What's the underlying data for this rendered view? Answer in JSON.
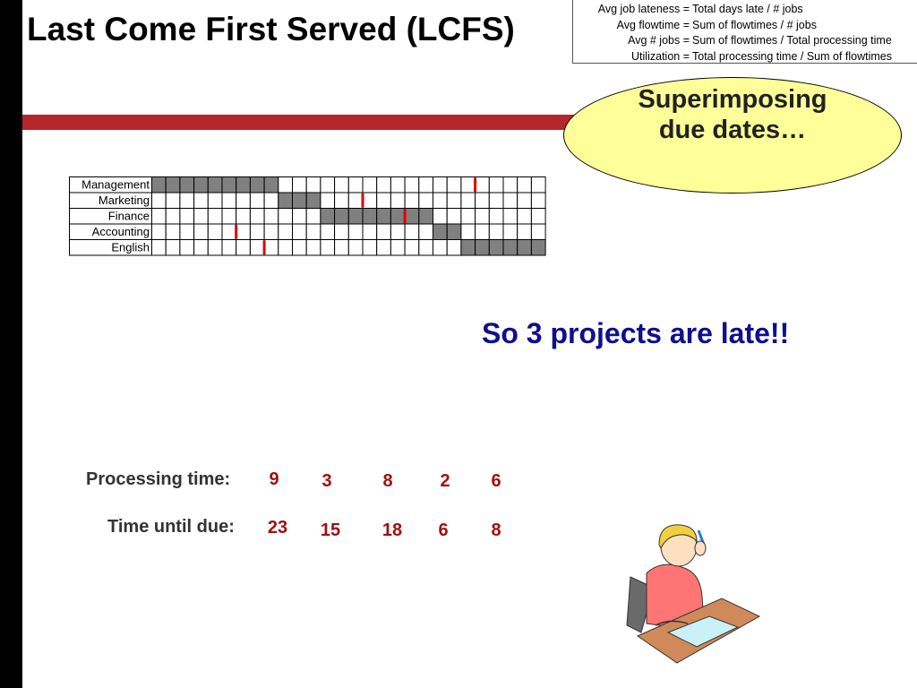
{
  "title": "Last Come First Served (LCFS)",
  "formulas": [
    {
      "label": "Avg job lateness =",
      "value": "Total days late / # jobs"
    },
    {
      "label": "Avg flowtime =",
      "value": "Sum of flowtimes / # jobs"
    },
    {
      "label": "Avg # jobs =",
      "value": "Sum of flowtimes / Total processing time"
    },
    {
      "label": "Utilization =",
      "value": "Total processing time / Sum of flowtimes"
    }
  ],
  "callout": {
    "line1": "Superimposing",
    "line2": "due dates…"
  },
  "late_note": "So 3 projects are late!!",
  "gantt": {
    "total_columns": 28,
    "colors": {
      "filled": "#808080",
      "empty": "#ffffff",
      "grid": "#000000",
      "due_marker": "#e00000"
    },
    "rows": [
      {
        "label": "Management",
        "start": 0,
        "duration": 9,
        "due": 23
      },
      {
        "label": "Marketing",
        "start": 9,
        "duration": 3,
        "due": 15
      },
      {
        "label": "Finance",
        "start": 12,
        "duration": 8,
        "due": 18
      },
      {
        "label": "Accounting",
        "start": 20,
        "duration": 2,
        "due": 6
      },
      {
        "label": "English",
        "start": 22,
        "duration": 6,
        "due": 8
      }
    ]
  },
  "processing": {
    "label": "Processing time:",
    "values": [
      "9",
      "3",
      "8",
      "2",
      "6"
    ]
  },
  "due": {
    "label": "Time until due:",
    "values": [
      "23",
      "15",
      "18",
      "6",
      "8"
    ]
  },
  "clipart": {
    "icon": "student-thinking-at-desk-illustration"
  }
}
